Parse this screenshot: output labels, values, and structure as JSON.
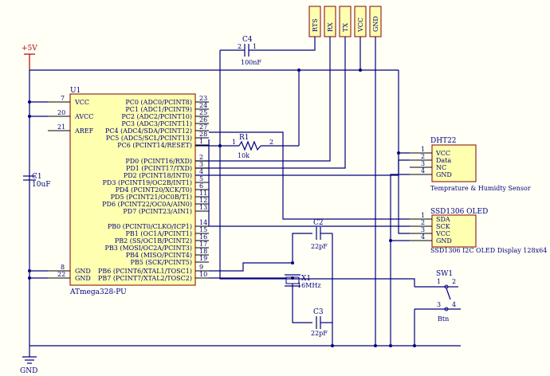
{
  "power": {
    "vcc": "+5V",
    "gnd": "GND"
  },
  "header": {
    "pins": [
      "RTS",
      "RX",
      "TX",
      "VCC",
      "GND"
    ]
  },
  "u1": {
    "designator": "U1",
    "part": "ATmega328-PU",
    "left_pins": [
      {
        "num": "7",
        "name": "VCC"
      },
      {
        "num": "20",
        "name": "AVCC"
      },
      {
        "num": "21",
        "name": "AREF"
      },
      {
        "num": "8",
        "name": "GND"
      },
      {
        "num": "22",
        "name": "GND"
      }
    ],
    "right_pins": [
      {
        "num": "23",
        "name": "PC0 (ADC0/PCINT8)"
      },
      {
        "num": "24",
        "name": "PC1 (ADC1/PCINT9)"
      },
      {
        "num": "25",
        "name": "PC2 (ADC2/PCINT10)"
      },
      {
        "num": "26",
        "name": "PC3 (ADC3/PCINT11)"
      },
      {
        "num": "27",
        "name": "PC4 (ADC4/SDA/PCINT12)"
      },
      {
        "num": "28",
        "name": "PC5 (ADC5/SCL/PCINT13)"
      },
      {
        "num": "1",
        "name": "PC6 (PCINT14/RESET)"
      },
      {
        "num": "2",
        "name": "PD0 (PCINT16/RXD)"
      },
      {
        "num": "3",
        "name": "PD1 (PCINT17/TXD)"
      },
      {
        "num": "4",
        "name": "PD2 (PCINT18/INT0)"
      },
      {
        "num": "5",
        "name": "PD3 (PCINT19/OC2B/INT1)"
      },
      {
        "num": "6",
        "name": "PD4 (PCINT20/XCK/T0)"
      },
      {
        "num": "11",
        "name": "PD5 (PCINT21/OC0B/T1)"
      },
      {
        "num": "12",
        "name": "PD6 (PCINT22/OC0A/AIN0)"
      },
      {
        "num": "13",
        "name": "PD7 (PCINT23/AIN1)"
      },
      {
        "num": "14",
        "name": "PB0 (PCINT0/CLKO/ICP1)"
      },
      {
        "num": "15",
        "name": "PB1 (OC1A/PCINT1)"
      },
      {
        "num": "16",
        "name": "PB2 (SS/OC1B/PCINT2)"
      },
      {
        "num": "17",
        "name": "PB3 (MOSI/OC2A/PCINT3)"
      },
      {
        "num": "18",
        "name": "PB4 (MISO/PCINT4)"
      },
      {
        "num": "19",
        "name": "PB5 (SCK/PCINT5)"
      },
      {
        "num": "9",
        "name": "PB6 (PCINT6/XTAL1/TOSC1)"
      },
      {
        "num": "10",
        "name": "PB7 (PCINT7/XTAL2/TOSC2)"
      }
    ]
  },
  "c1": {
    "designator": "C1",
    "value": "10uF"
  },
  "c2": {
    "designator": "C2",
    "value": "22pF"
  },
  "c3": {
    "designator": "C3",
    "value": "22pF"
  },
  "c4": {
    "designator": "C4",
    "value": "100nF",
    "pin_a": "2",
    "pin_b": "1"
  },
  "r1": {
    "designator": "R1",
    "value": "10k",
    "pin_a": "1",
    "pin_b": "2"
  },
  "x1": {
    "designator": "X1",
    "value": "16MHz"
  },
  "dht22": {
    "designator": "DHT22",
    "caption": "Temprature & Humidty Sensor",
    "pins": [
      {
        "num": "1",
        "name": "VCC"
      },
      {
        "num": "2",
        "name": "Data"
      },
      {
        "num": "3",
        "name": "NC"
      },
      {
        "num": "4",
        "name": "GND"
      }
    ]
  },
  "oled": {
    "designator": "SSD1306 OLED",
    "caption": "SSD1306 I2C OLED Display 128x64",
    "pins": [
      {
        "num": "1",
        "name": "SDA"
      },
      {
        "num": "2",
        "name": "SCK"
      },
      {
        "num": "3",
        "name": "VCC"
      },
      {
        "num": "4",
        "name": "GND"
      }
    ]
  },
  "sw1": {
    "designator": "SW1",
    "caption": "Btn",
    "pins": [
      "1",
      "2",
      "3",
      "4"
    ]
  }
}
